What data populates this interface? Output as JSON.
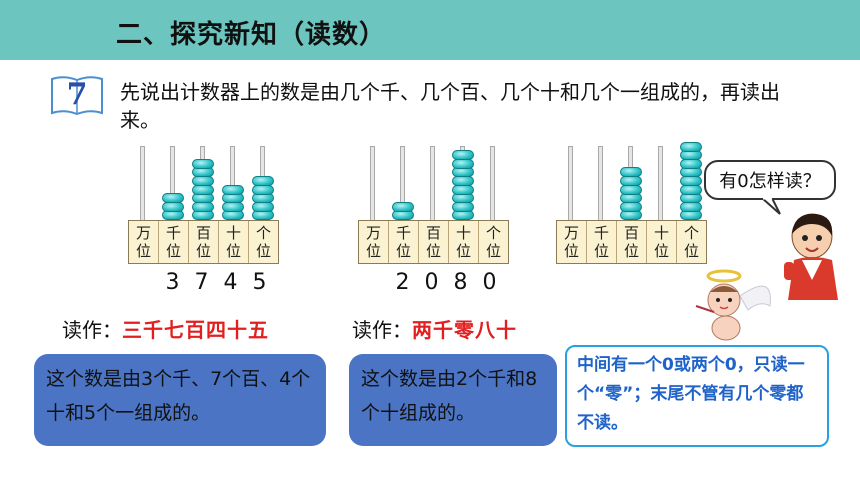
{
  "header": {
    "title": "二、探究新知（读数）"
  },
  "example": {
    "number": "7",
    "prompt": "先说出计数器上的数是由几个千、几个百、几个十和几个一组成的，再读出来。"
  },
  "place_labels": [
    "万位",
    "千位",
    "百位",
    "十位",
    "个位"
  ],
  "abacuses": [
    {
      "digits": [
        "3",
        "7",
        "4",
        "5"
      ],
      "beads": [
        0,
        3,
        7,
        4,
        5
      ]
    },
    {
      "digits": [
        "2",
        "0",
        "8",
        "0"
      ],
      "beads": [
        0,
        2,
        0,
        8,
        0
      ]
    },
    {
      "digits": [],
      "beads": [
        0,
        0,
        6,
        0,
        9
      ]
    }
  ],
  "readings": [
    {
      "prefix": "读作：",
      "value": "三千七百四十五"
    },
    {
      "prefix": "读作：",
      "value": "两千零八十"
    }
  ],
  "compositions": [
    "这个数是由3个千、7个百、4个十和5个一组成的。",
    "这个数是由2个千和8个十组成的。"
  ],
  "speech_bubble": "有0怎样读？",
  "note": "中间有一个0或两个0，只读一个“零”；末尾不管有几个零都不读。",
  "colors": {
    "header": "#6cc5bf",
    "bead": "#2ec4c8",
    "reading": "#e21f1f",
    "box": "#4b74c4",
    "note": "#1f63c9"
  }
}
